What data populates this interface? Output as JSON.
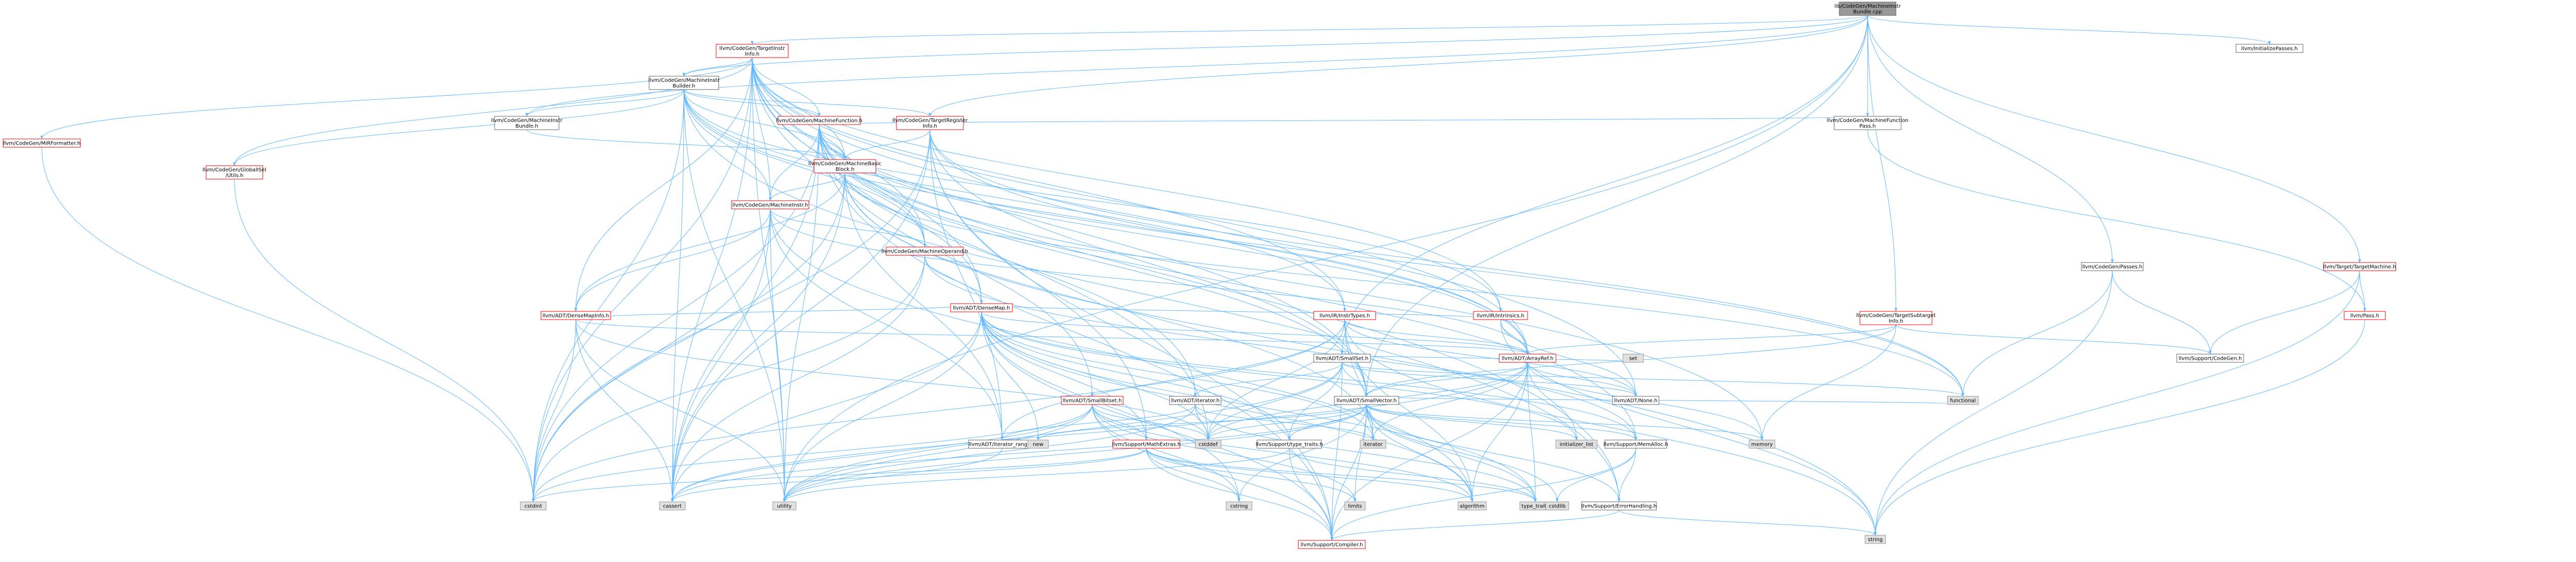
{
  "colors": {
    "root_fill": "#999999",
    "root_stroke": "#666666",
    "internal_fill": "#ffffff",
    "internal_stroke": "#ff0000",
    "leaf_fill": "#e0e0e0",
    "leaf_stroke": "#999999",
    "normal_stroke": "#666666",
    "edge": "#63b8ff"
  },
  "nodes": [
    {
      "id": "root",
      "lines": [
        "lib/CodeGen/MachineInstr",
        "Bundle.cpp"
      ],
      "kind": "root",
      "icon": "none"
    },
    {
      "id": "tii",
      "lines": [
        "llvm/CodeGen/TargetInstr",
        "Info.h"
      ],
      "kind": "internal"
    },
    {
      "id": "mirfmt",
      "lines": [
        "llvm/CodeGen/MIRFormatter.h"
      ],
      "kind": "internal"
    },
    {
      "id": "mib",
      "lines": [
        "llvm/CodeGen/MachineInstr",
        "Builder.h"
      ],
      "kind": "normal"
    },
    {
      "id": "mibundle",
      "lines": [
        "llvm/CodeGen/MachineInstr",
        "Bundle.h"
      ],
      "kind": "normal"
    },
    {
      "id": "mfpass",
      "lines": [
        "llvm/CodeGen/MachineFunction",
        "Pass.h"
      ],
      "kind": "normal"
    },
    {
      "id": "initpasses",
      "lines": [
        "llvm/InitializePasses.h"
      ],
      "kind": "normal"
    },
    {
      "id": "mf",
      "lines": [
        "llvm/CodeGen/MachineFunction.h"
      ],
      "kind": "internal"
    },
    {
      "id": "tri",
      "lines": [
        "llvm/CodeGen/TargetRegister",
        "Info.h"
      ],
      "kind": "internal"
    },
    {
      "id": "globalisel",
      "lines": [
        "llvm/CodeGen/GlobalISel",
        "/Utils.h"
      ],
      "kind": "internal"
    },
    {
      "id": "mbb",
      "lines": [
        "llvm/CodeGen/MachineBasic",
        "Block.h"
      ],
      "kind": "internal"
    },
    {
      "id": "mi",
      "lines": [
        "llvm/CodeGen/MachineInstr.h"
      ],
      "kind": "internal"
    },
    {
      "id": "mo",
      "lines": [
        "llvm/CodeGen/MachineOperand.h"
      ],
      "kind": "internal"
    },
    {
      "id": "densemap",
      "lines": [
        "llvm/ADT/DenseMap.h"
      ],
      "kind": "internal"
    },
    {
      "id": "densemapinfo",
      "lines": [
        "llvm/ADT/DenseMapInfo.h"
      ],
      "kind": "internal"
    },
    {
      "id": "irtypes",
      "lines": [
        "llvm/IR/InstrTypes.h"
      ],
      "kind": "internal"
    },
    {
      "id": "intrinsics",
      "lines": [
        "llvm/IR/Intrinsics.h"
      ],
      "kind": "internal"
    },
    {
      "id": "tsi",
      "lines": [
        "llvm/CodeGen/TargetSubtarget",
        "Info.h"
      ],
      "kind": "internal"
    },
    {
      "id": "cgpasses",
      "lines": [
        "llvm/CodeGen/Passes.h"
      ],
      "kind": "normal"
    },
    {
      "id": "tm",
      "lines": [
        "llvm/Target/TargetMachine.h"
      ],
      "kind": "internal"
    },
    {
      "id": "pass",
      "lines": [
        "llvm/Pass.h"
      ],
      "kind": "internal"
    },
    {
      "id": "supcodegen",
      "lines": [
        "llvm/Support/CodeGen.h"
      ],
      "kind": "normal"
    },
    {
      "id": "smallset",
      "lines": [
        "llvm/ADT/SmallSet.h"
      ],
      "kind": "normal"
    },
    {
      "id": "arrayref",
      "lines": [
        "llvm/ADT/ArrayRef.h"
      ],
      "kind": "internal"
    },
    {
      "id": "smallvector",
      "lines": [
        "llvm/ADT/SmallVector.h"
      ],
      "kind": "normal"
    },
    {
      "id": "iterator",
      "lines": [
        "llvm/ADT/iterator.h"
      ],
      "kind": "normal"
    },
    {
      "id": "bitset",
      "lines": [
        "llvm/ADT/SmallBitset.h"
      ],
      "kind": "internal"
    },
    {
      "id": "none",
      "lines": [
        "llvm/ADT/None.h"
      ],
      "kind": "normal"
    },
    {
      "id": "itrange",
      "lines": [
        "llvm/ADT/iterator_range.h"
      ],
      "kind": "normal"
    },
    {
      "id": "mathextras",
      "lines": [
        "llvm/Support/MathExtras.h"
      ],
      "kind": "internal"
    },
    {
      "id": "typetraits",
      "lines": [
        "llvm/Support/type_traits.h"
      ],
      "kind": "normal"
    },
    {
      "id": "memalloc",
      "lines": [
        "llvm/Support/MemAlloc.h"
      ],
      "kind": "normal"
    },
    {
      "id": "errhandling",
      "lines": [
        "llvm/Support/ErrorHandling.h"
      ],
      "kind": "normal"
    },
    {
      "id": "compiler",
      "lines": [
        "llvm/Support/Compiler.h"
      ],
      "kind": "internal"
    },
    {
      "id": "l_set",
      "lines": [
        "set"
      ],
      "kind": "leaf"
    },
    {
      "id": "l_functional",
      "lines": [
        "functional"
      ],
      "kind": "leaf"
    },
    {
      "id": "l_memory",
      "lines": [
        "memory"
      ],
      "kind": "leaf"
    },
    {
      "id": "l_initlist",
      "lines": [
        "initializer_list"
      ],
      "kind": "leaf"
    },
    {
      "id": "l_new",
      "lines": [
        "new"
      ],
      "kind": "leaf"
    },
    {
      "id": "l_cstddef",
      "lines": [
        "cstddef"
      ],
      "kind": "leaf"
    },
    {
      "id": "l_iterator",
      "lines": [
        "iterator"
      ],
      "kind": "leaf"
    },
    {
      "id": "l_cstdint",
      "lines": [
        "cstdint"
      ],
      "kind": "leaf"
    },
    {
      "id": "l_cassert",
      "lines": [
        "cassert"
      ],
      "kind": "leaf"
    },
    {
      "id": "l_utility",
      "lines": [
        "utility"
      ],
      "kind": "leaf"
    },
    {
      "id": "l_cstring",
      "lines": [
        "cstring"
      ],
      "kind": "leaf"
    },
    {
      "id": "l_limits",
      "lines": [
        "limits"
      ],
      "kind": "leaf"
    },
    {
      "id": "l_algorithm",
      "lines": [
        "algorithm"
      ],
      "kind": "leaf"
    },
    {
      "id": "l_typetraits",
      "lines": [
        "type_traits"
      ],
      "kind": "leaf"
    },
    {
      "id": "l_cstdlib",
      "lines": [
        "cstdlib"
      ],
      "kind": "leaf"
    },
    {
      "id": "l_string",
      "lines": [
        "string"
      ],
      "kind": "leaf"
    }
  ],
  "edges": [
    [
      "root",
      "tii"
    ],
    [
      "root",
      "mibundle"
    ],
    [
      "root",
      "mfpass"
    ],
    [
      "root",
      "initpasses"
    ],
    [
      "root",
      "cgpasses"
    ],
    [
      "root",
      "tm"
    ],
    [
      "root",
      "tsi"
    ],
    [
      "root",
      "tri"
    ],
    [
      "root",
      "mib"
    ],
    [
      "root",
      "smallset"
    ],
    [
      "root",
      "smallvector"
    ],
    [
      "root",
      "l_utility"
    ],
    [
      "tii",
      "mirfmt"
    ],
    [
      "tii",
      "mib"
    ],
    [
      "tii",
      "mf"
    ],
    [
      "tii",
      "globalisel"
    ],
    [
      "tii",
      "mbb"
    ],
    [
      "tii",
      "mi"
    ],
    [
      "tii",
      "mo"
    ],
    [
      "tii",
      "densemap"
    ],
    [
      "tii",
      "densemapinfo"
    ],
    [
      "tii",
      "arrayref"
    ],
    [
      "tii",
      "none"
    ],
    [
      "tii",
      "errhandling"
    ],
    [
      "tii",
      "l_cassert"
    ],
    [
      "tii",
      "l_cstddef"
    ],
    [
      "tii",
      "l_cstdint"
    ],
    [
      "tii",
      "l_utility"
    ],
    [
      "tii",
      "intrinsics"
    ],
    [
      "tii",
      "irtypes"
    ],
    [
      "tii",
      "smallvector"
    ],
    [
      "mirfmt",
      "l_cstdint"
    ],
    [
      "mib",
      "mibundle"
    ],
    [
      "mib",
      "mf"
    ],
    [
      "mib",
      "tri"
    ],
    [
      "mib",
      "mbb"
    ],
    [
      "mib",
      "mi"
    ],
    [
      "mib",
      "mo"
    ],
    [
      "mib",
      "globalisel"
    ],
    [
      "mib",
      "arrayref"
    ],
    [
      "mib",
      "irtypes"
    ],
    [
      "mib",
      "intrinsics"
    ],
    [
      "mib",
      "errhandling"
    ],
    [
      "mib",
      "l_cassert"
    ],
    [
      "mib",
      "l_cstdint"
    ],
    [
      "mib",
      "l_utility"
    ],
    [
      "mibundle",
      "mbb"
    ],
    [
      "mfpass",
      "mf"
    ],
    [
      "mfpass",
      "pass"
    ],
    [
      "mf",
      "mbb"
    ],
    [
      "mf",
      "mi"
    ],
    [
      "mf",
      "mo"
    ],
    [
      "mf",
      "densemap"
    ],
    [
      "mf",
      "arrayref"
    ],
    [
      "mf",
      "smallvector"
    ],
    [
      "mf",
      "bitset"
    ],
    [
      "mf",
      "iterator"
    ],
    [
      "mf",
      "l_cassert"
    ],
    [
      "mf",
      "l_cstdint"
    ],
    [
      "mf",
      "l_memory"
    ],
    [
      "mf",
      "l_utility"
    ],
    [
      "mf",
      "l_functional"
    ],
    [
      "mf",
      "compiler"
    ],
    [
      "mf",
      "memalloc"
    ],
    [
      "tri",
      "mbb"
    ],
    [
      "tri",
      "arrayref"
    ],
    [
      "tri",
      "smallvector"
    ],
    [
      "tri",
      "itrange"
    ],
    [
      "tri",
      "mathextras"
    ],
    [
      "tri",
      "l_cassert"
    ],
    [
      "tri",
      "l_cstdint"
    ],
    [
      "tri",
      "l_functional"
    ],
    [
      "tri",
      "compiler"
    ],
    [
      "globalisel",
      "l_cstdint"
    ],
    [
      "mbb",
      "mi"
    ],
    [
      "mbb",
      "densemapinfo"
    ],
    [
      "mbb",
      "itrange"
    ],
    [
      "mbb",
      "l_cassert"
    ],
    [
      "mbb",
      "l_cstdint"
    ],
    [
      "mbb",
      "l_functional"
    ],
    [
      "mbb",
      "l_iterator"
    ],
    [
      "mbb",
      "l_string"
    ],
    [
      "mi",
      "mo"
    ],
    [
      "mi",
      "densemapinfo"
    ],
    [
      "mi",
      "arrayref"
    ],
    [
      "mi",
      "itrange"
    ],
    [
      "mi",
      "l_cassert"
    ],
    [
      "mi",
      "l_cstdint"
    ],
    [
      "mi",
      "l_utility"
    ],
    [
      "mi",
      "l_algorithm"
    ],
    [
      "mo",
      "densemap"
    ],
    [
      "mo",
      "l_cassert"
    ],
    [
      "mo",
      "l_cstdint"
    ],
    [
      "mo",
      "memalloc"
    ],
    [
      "densemap",
      "densemapinfo"
    ],
    [
      "densemap",
      "mathextras"
    ],
    [
      "densemap",
      "memalloc"
    ],
    [
      "densemap",
      "typetraits"
    ],
    [
      "densemap",
      "compiler"
    ],
    [
      "densemap",
      "l_algorithm"
    ],
    [
      "densemap",
      "l_cassert"
    ],
    [
      "densemap",
      "l_cstddef"
    ],
    [
      "densemap",
      "l_cstring"
    ],
    [
      "densemap",
      "l_initlist"
    ],
    [
      "densemap",
      "l_iterator"
    ],
    [
      "densemap",
      "l_new"
    ],
    [
      "densemap",
      "l_typetraits"
    ],
    [
      "densemap",
      "l_utility"
    ],
    [
      "densemap",
      "arrayref"
    ],
    [
      "densemap",
      "intrinsics"
    ],
    [
      "densemapinfo",
      "l_cassert"
    ],
    [
      "densemapinfo",
      "l_cstddef"
    ],
    [
      "densemapinfo",
      "l_cstdint"
    ],
    [
      "densemapinfo",
      "l_utility"
    ],
    [
      "densemapinfo",
      "arrayref"
    ],
    [
      "irtypes",
      "arrayref"
    ],
    [
      "irtypes",
      "none"
    ],
    [
      "irtypes",
      "l_cstddef"
    ],
    [
      "irtypes",
      "l_cstdint"
    ],
    [
      "irtypes",
      "l_iterator"
    ],
    [
      "irtypes",
      "l_string"
    ],
    [
      "irtypes",
      "itrange"
    ],
    [
      "irtypes",
      "l_algorithm"
    ],
    [
      "intrinsics",
      "arrayref"
    ],
    [
      "intrinsics",
      "none"
    ],
    [
      "intrinsics",
      "l_string"
    ],
    [
      "tsi",
      "arrayref"
    ],
    [
      "tsi",
      "supcodegen"
    ],
    [
      "tsi",
      "l_memory"
    ],
    [
      "tsi",
      "smallvector"
    ],
    [
      "tsi",
      "l_vector"
    ],
    [
      "cgpasses",
      "supcodegen"
    ],
    [
      "cgpasses",
      "l_functional"
    ],
    [
      "cgpasses",
      "l_string"
    ],
    [
      "tm",
      "pass"
    ],
    [
      "tm",
      "supcodegen"
    ],
    [
      "tm",
      "l_string"
    ],
    [
      "pass",
      "l_string"
    ],
    [
      "smallset",
      "none"
    ],
    [
      "smallset",
      "smallvector"
    ],
    [
      "smallset",
      "iterator"
    ],
    [
      "smallset",
      "compiler"
    ],
    [
      "smallset",
      "typetraits"
    ],
    [
      "smallset",
      "l_cstddef"
    ],
    [
      "smallset",
      "l_functional"
    ],
    [
      "smallset",
      "l_set"
    ],
    [
      "smallset",
      "l_utility"
    ],
    [
      "arrayref",
      "none"
    ],
    [
      "arrayref",
      "smallvector"
    ],
    [
      "arrayref",
      "compiler"
    ],
    [
      "arrayref",
      "l_algorithm"
    ],
    [
      "arrayref",
      "l_array"
    ],
    [
      "arrayref",
      "l_cassert"
    ],
    [
      "arrayref",
      "l_cstddef"
    ],
    [
      "arrayref",
      "l_initlist"
    ],
    [
      "arrayref",
      "l_iterator"
    ],
    [
      "arrayref",
      "l_memory"
    ],
    [
      "arrayref",
      "l_typetraits"
    ],
    [
      "arrayref",
      "l_vector"
    ],
    [
      "smallvector",
      "memalloc"
    ],
    [
      "smallvector",
      "typetraits"
    ],
    [
      "smallvector",
      "compiler"
    ],
    [
      "smallvector",
      "errhandling"
    ],
    [
      "smallvector",
      "l_algorithm"
    ],
    [
      "smallvector",
      "l_cassert"
    ],
    [
      "smallvector",
      "l_cstddef"
    ],
    [
      "smallvector",
      "l_cstdlib"
    ],
    [
      "smallvector",
      "l_cstring"
    ],
    [
      "smallvector",
      "l_functional"
    ],
    [
      "smallvector",
      "l_initlist"
    ],
    [
      "smallvector",
      "l_iterator"
    ],
    [
      "smallvector",
      "l_limits"
    ],
    [
      "smallvector",
      "l_memory"
    ],
    [
      "smallvector",
      "l_new"
    ],
    [
      "smallvector",
      "l_typetraits"
    ],
    [
      "smallvector",
      "l_utility"
    ],
    [
      "iterator",
      "itrange"
    ],
    [
      "iterator",
      "l_cstddef"
    ],
    [
      "iterator",
      "l_iterator"
    ],
    [
      "iterator",
      "l_typetraits"
    ],
    [
      "iterator",
      "l_utility"
    ],
    [
      "bitset",
      "mathextras"
    ],
    [
      "bitset",
      "compiler"
    ],
    [
      "bitset",
      "l_cassert"
    ],
    [
      "bitset",
      "l_cstdint"
    ],
    [
      "bitset",
      "l_cstring"
    ],
    [
      "bitset",
      "l_limits"
    ],
    [
      "bitset",
      "l_utility"
    ],
    [
      "bitset",
      "l_algorithm"
    ],
    [
      "bitset",
      "l_cstddef"
    ],
    [
      "itrange",
      "l_utility"
    ],
    [
      "mathextras",
      "compiler"
    ],
    [
      "mathextras",
      "l_cassert"
    ],
    [
      "mathextras",
      "l_cstdint"
    ],
    [
      "mathextras",
      "l_cstring"
    ],
    [
      "mathextras",
      "l_limits"
    ],
    [
      "mathextras",
      "l_algorithm"
    ],
    [
      "mathextras",
      "l_typetraits"
    ],
    [
      "typetraits",
      "compiler"
    ],
    [
      "typetraits",
      "l_typetraits"
    ],
    [
      "typetraits",
      "l_utility"
    ],
    [
      "memalloc",
      "compiler"
    ],
    [
      "memalloc",
      "errhandling"
    ],
    [
      "memalloc",
      "l_cstdlib"
    ],
    [
      "errhandling",
      "compiler"
    ],
    [
      "errhandling",
      "l_string"
    ]
  ]
}
